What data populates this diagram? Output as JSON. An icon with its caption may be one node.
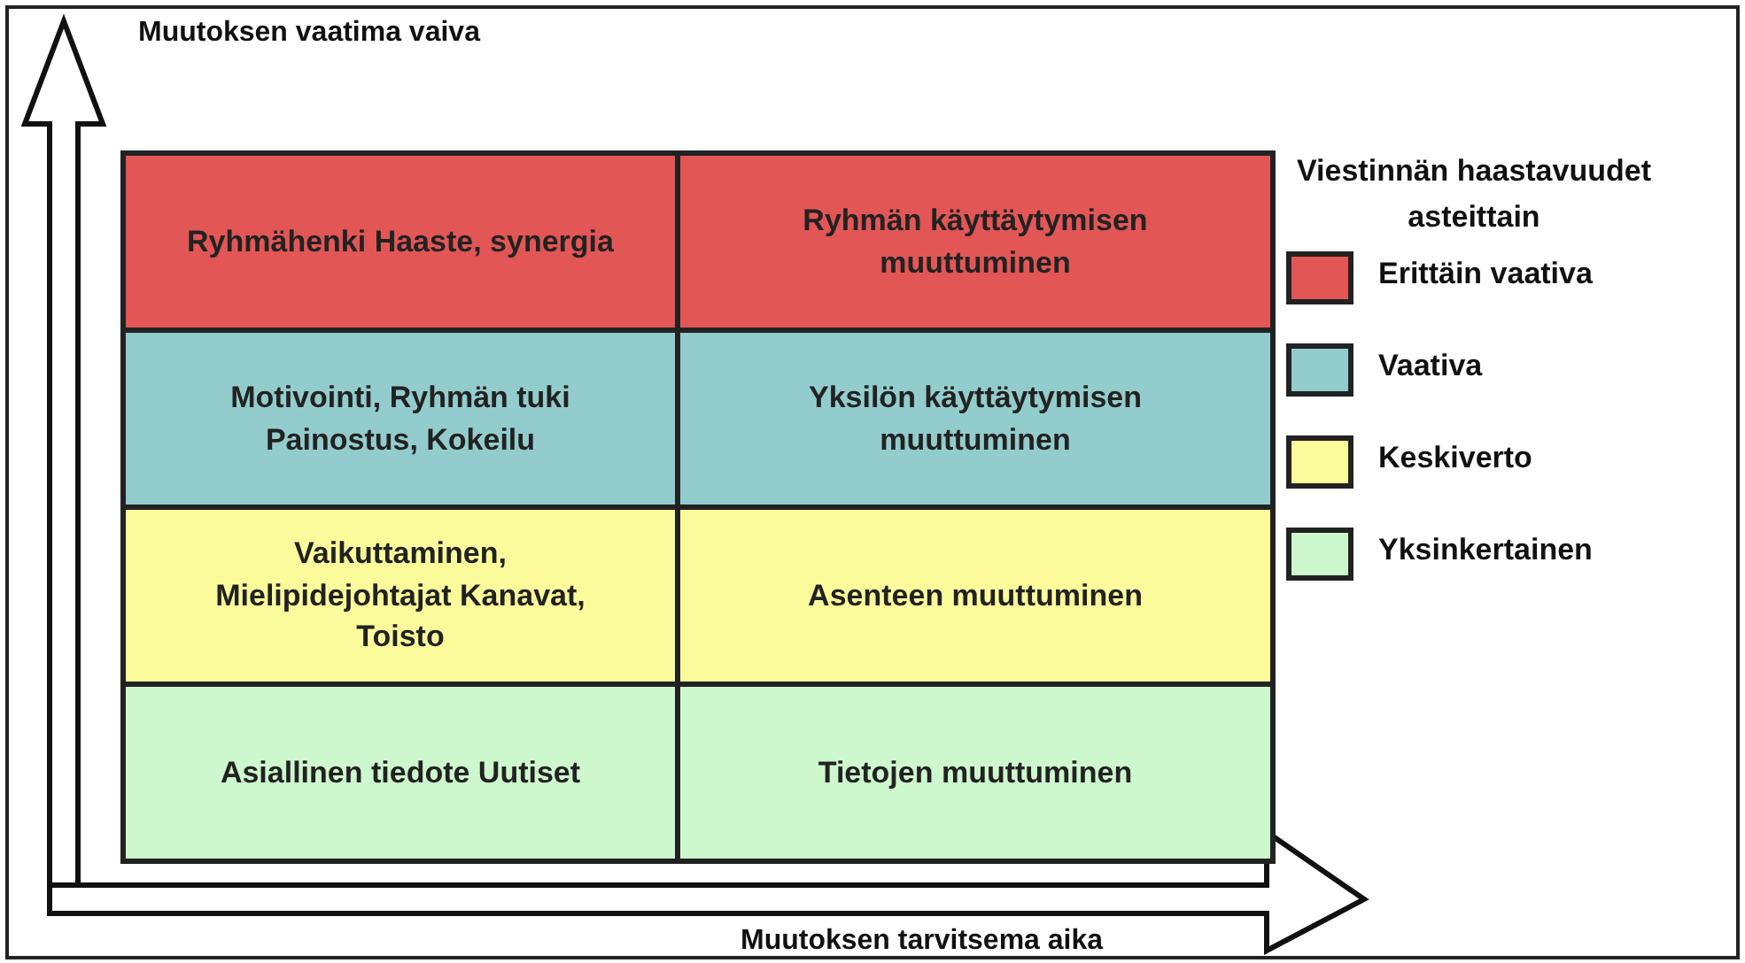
{
  "diagram": {
    "labels": [
      "Muutoksen vaatima vaiva",
      "Viestinnän haastavuudet asteittain",
      "Ryhmähenki Haaste, synergia",
      "Ryhmän käyttäytymisen muuttuminen",
      "Motivointi, Ryhmän tuki Painostus, Kokeilu",
      "Yksilön käyttäytymisen muuttuminen",
      "Vaikuttaminen, Mielipidejohtajat Kanavat, Toisto",
      "Asenteen muuttuminen",
      "Asiallinen tiedote Uutiset",
      "Tietojen muuttuminen",
      "Muutoksen tarvitsema aika"
    ],
    "legend": [
      {
        "text": "Erittäin vaativa",
        "color": "#e35656"
      },
      {
        "text": "Vaativa",
        "color": "#93cccc"
      },
      {
        "text": "Keskiverto",
        "color": "#fbfb9c"
      },
      {
        "text": "Yksinkertainen",
        "color": "#cdf7cd"
      }
    ]
  }
}
